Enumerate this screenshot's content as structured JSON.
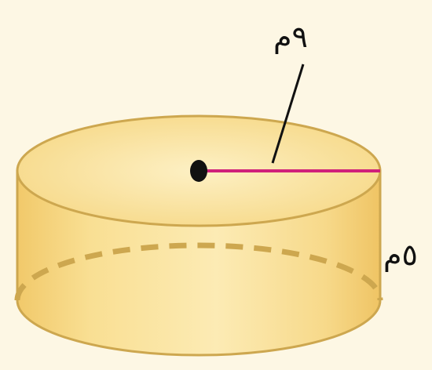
{
  "diagram": {
    "type": "cylinder",
    "labels": {
      "radius": "٩م",
      "height": "٥م"
    },
    "colors": {
      "background": "#fdf7e4",
      "cylinder_fill": "#f8dc8e",
      "cylinder_outline": "#cda74f",
      "radius_line": "#d0207a",
      "center_point": "#111111",
      "leader_line": "#111111"
    }
  }
}
